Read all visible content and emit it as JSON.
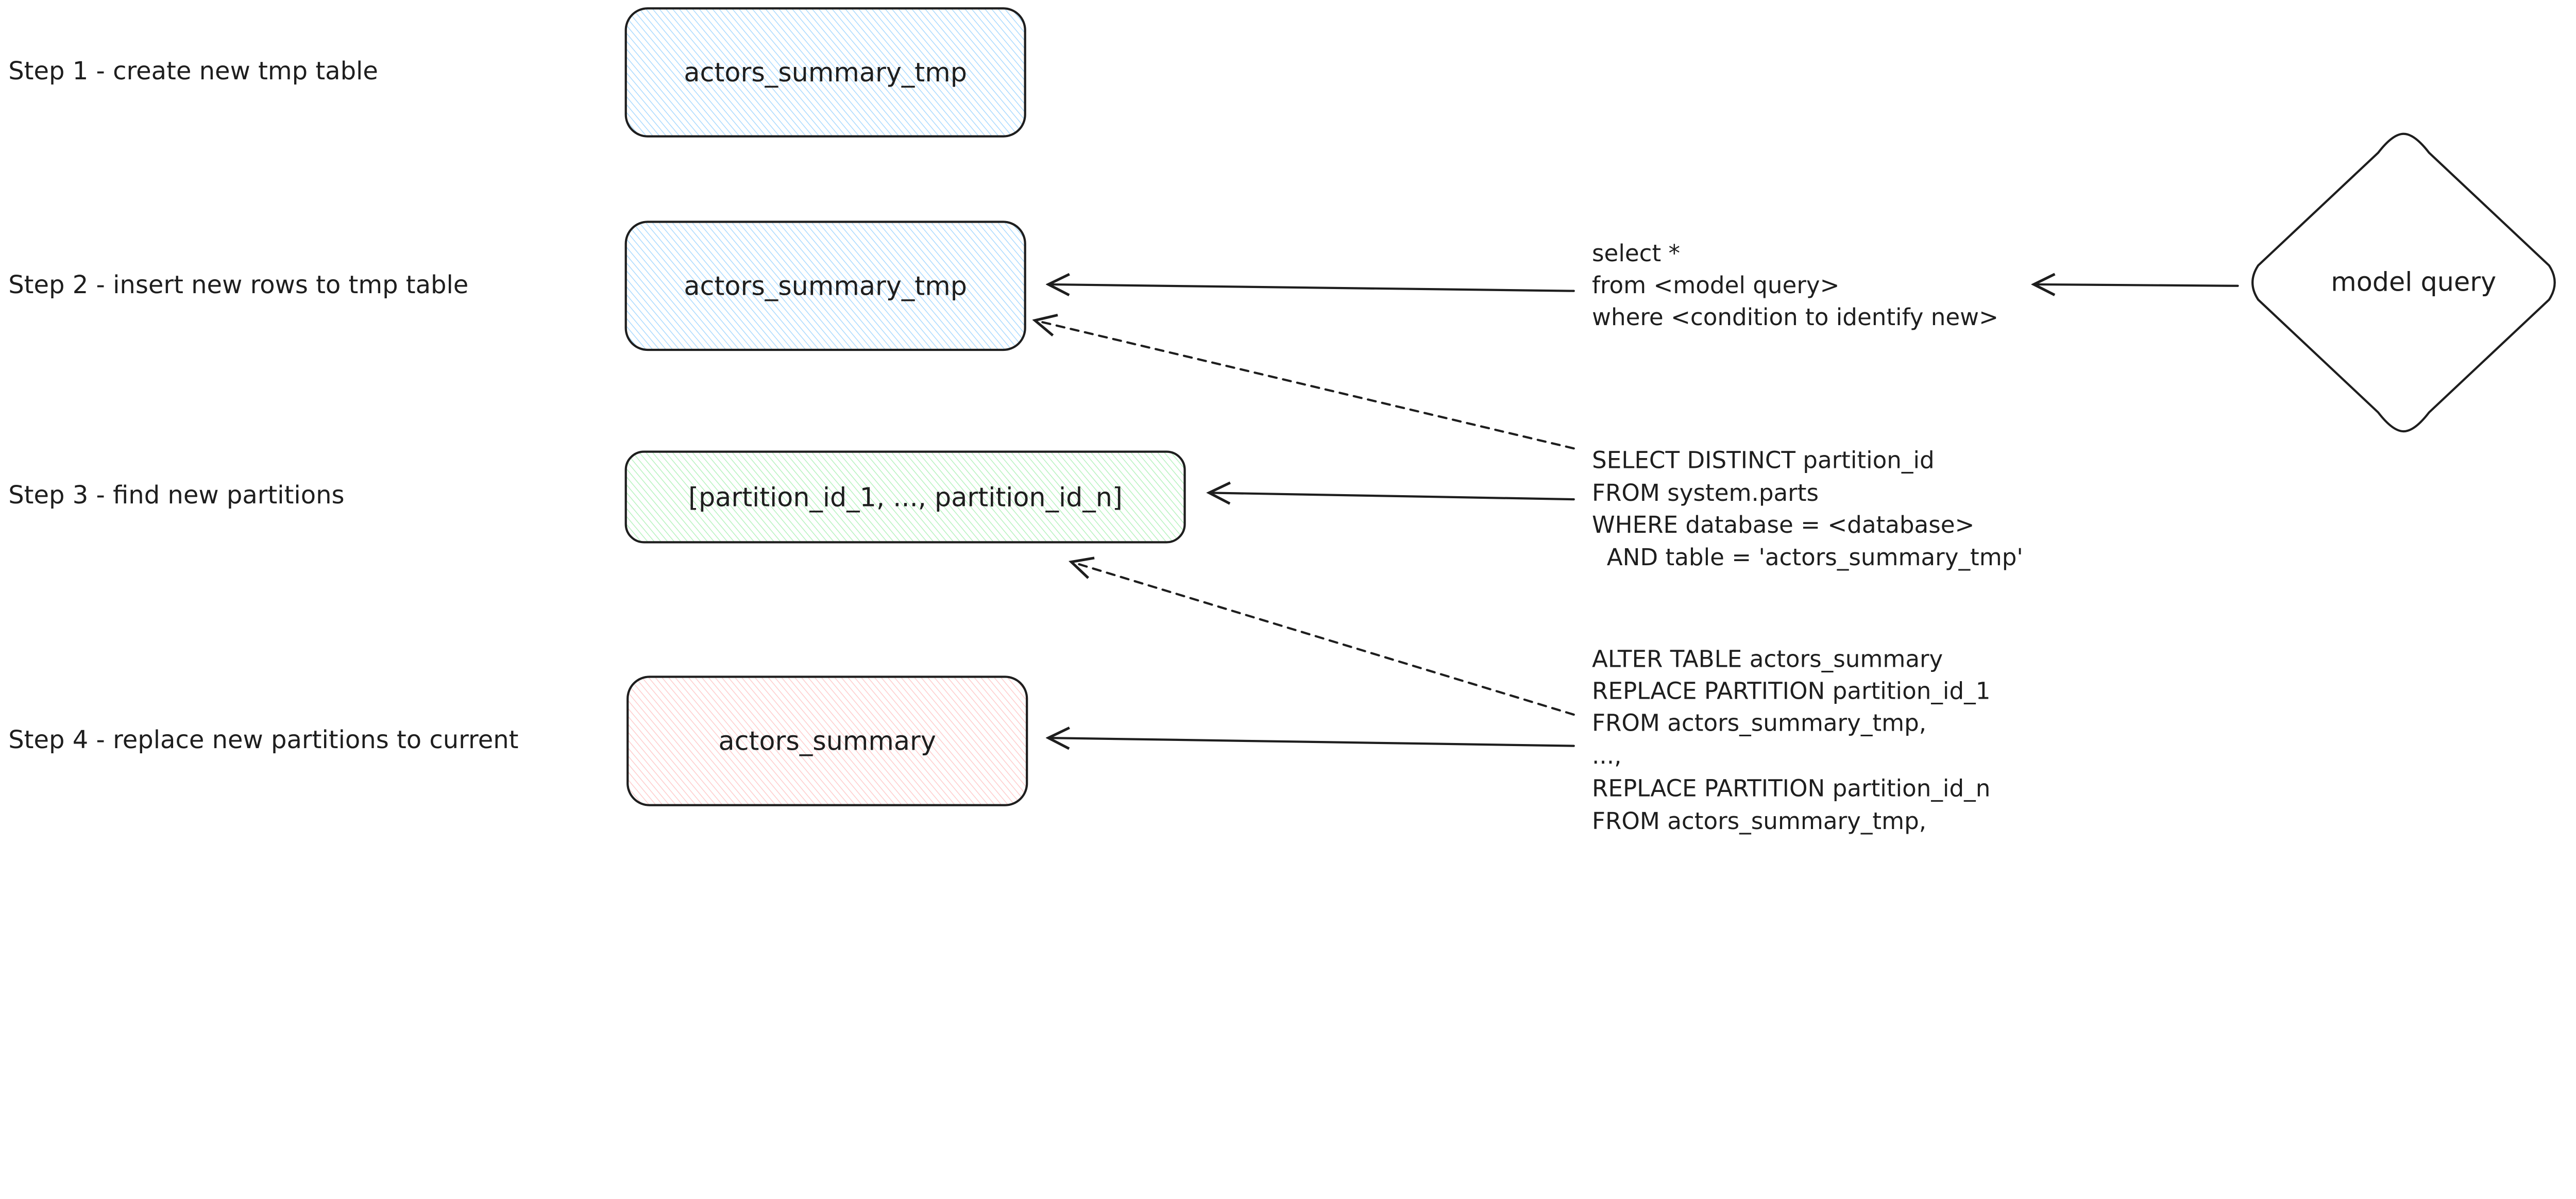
{
  "steps": [
    {
      "label": "Step 1 - create new tmp table"
    },
    {
      "label": "Step 2 - insert new rows to tmp table"
    },
    {
      "label": "Step 3 - find new partitions"
    },
    {
      "label": "Step 4 - replace new partitions to current"
    }
  ],
  "boxes": [
    {
      "label": "actors_summary_tmp",
      "color": "#a5d8ff"
    },
    {
      "label": "actors_summary_tmp",
      "color": "#a5d8ff"
    },
    {
      "label": "[partition_id_1, ..., partition_id_n]",
      "color": "#b2f2bb"
    },
    {
      "label": "actors_summary",
      "color": "#ffc9c9"
    }
  ],
  "diamond": {
    "label": "model query"
  },
  "queries": {
    "insert": [
      "select *",
      "from <model query>",
      "where <condition to identify new>"
    ],
    "partitions": [
      "SELECT DISTINCT partition_id",
      "FROM system.parts",
      "WHERE database = <database>",
      "  AND table = 'actors_summary_tmp'"
    ],
    "replace": [
      "ALTER TABLE actors_summary",
      "REPLACE PARTITION partition_id_1",
      "FROM actors_summary_tmp,",
      "...,",
      "REPLACE PARTITION partition_id_n",
      "FROM actors_summary_tmp,"
    ]
  }
}
